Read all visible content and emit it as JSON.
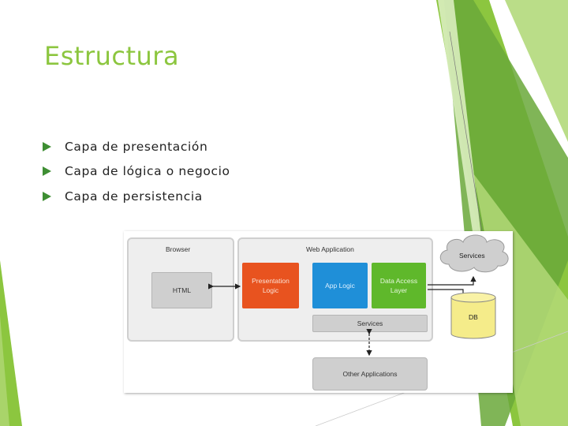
{
  "slide": {
    "title": "Estructura",
    "bullets": [
      "Capa de presentación",
      "Capa de lógica o negocio",
      "Capa de persistencia"
    ]
  },
  "diagram": {
    "browser_label": "Browser",
    "html_label": "HTML",
    "webapp_label": "Web Application",
    "presentation_label": "Presentation Logic",
    "app_logic_label": "App Logic",
    "data_access_label": "Data Access Layer",
    "inner_services_label": "Services",
    "cloud_services_label": "Services",
    "db_label": "DB",
    "other_apps_label": "Other Applications"
  },
  "colors": {
    "accent": "#8cc63f",
    "bullet": "#3e8e33",
    "presentation": "#e8531f",
    "app_logic": "#1f8fd8",
    "data_access": "#5fb82b",
    "db": "#f5ec8a"
  }
}
